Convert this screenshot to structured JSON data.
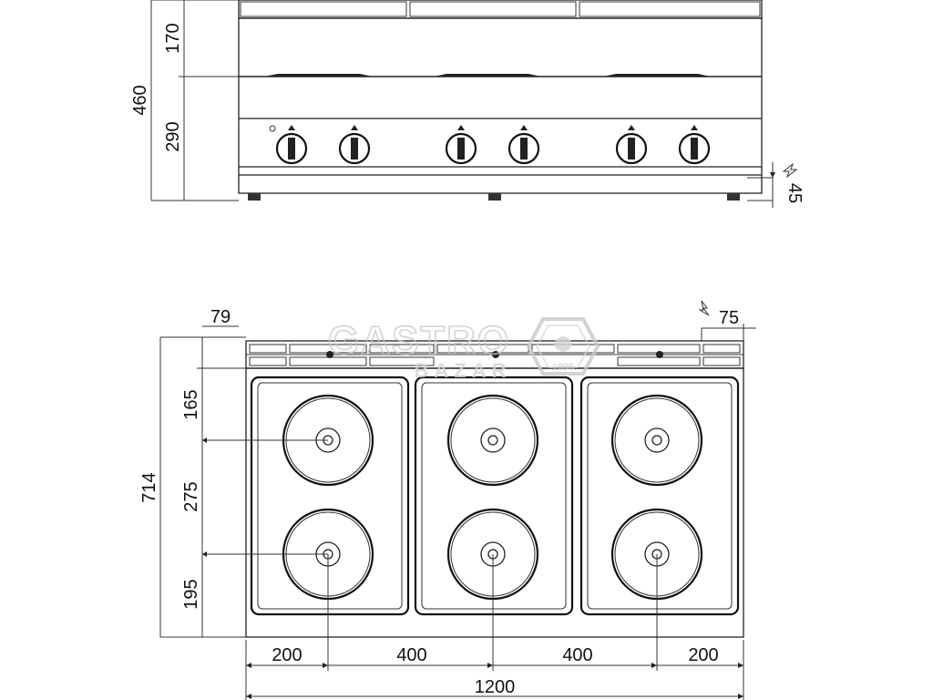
{
  "front_view": {
    "dims": {
      "total_height": "460",
      "upper_height": "170",
      "lower_height": "290",
      "foot_height": "45"
    },
    "knob_count": 6
  },
  "top_view": {
    "dims": {
      "total_depth": "714",
      "back_panel": "79",
      "front_to_row1": "165",
      "row_spacing": "275",
      "row2_to_back": "195",
      "right_offset": "75",
      "left_margin": "200",
      "center_spacing_a": "400",
      "center_spacing_b": "400",
      "right_margin": "200",
      "total_width": "1200"
    },
    "hotplates": [
      {
        "zone": 1,
        "row": 1
      },
      {
        "zone": 2,
        "row": 1
      },
      {
        "zone": 3,
        "row": 1
      },
      {
        "zone": 1,
        "row": 2
      },
      {
        "zone": 2,
        "row": 2
      },
      {
        "zone": 3,
        "row": 2
      }
    ]
  },
  "watermark": {
    "line1": "GASTRO",
    "line2": "BAZAR",
    "badge": "1995"
  }
}
